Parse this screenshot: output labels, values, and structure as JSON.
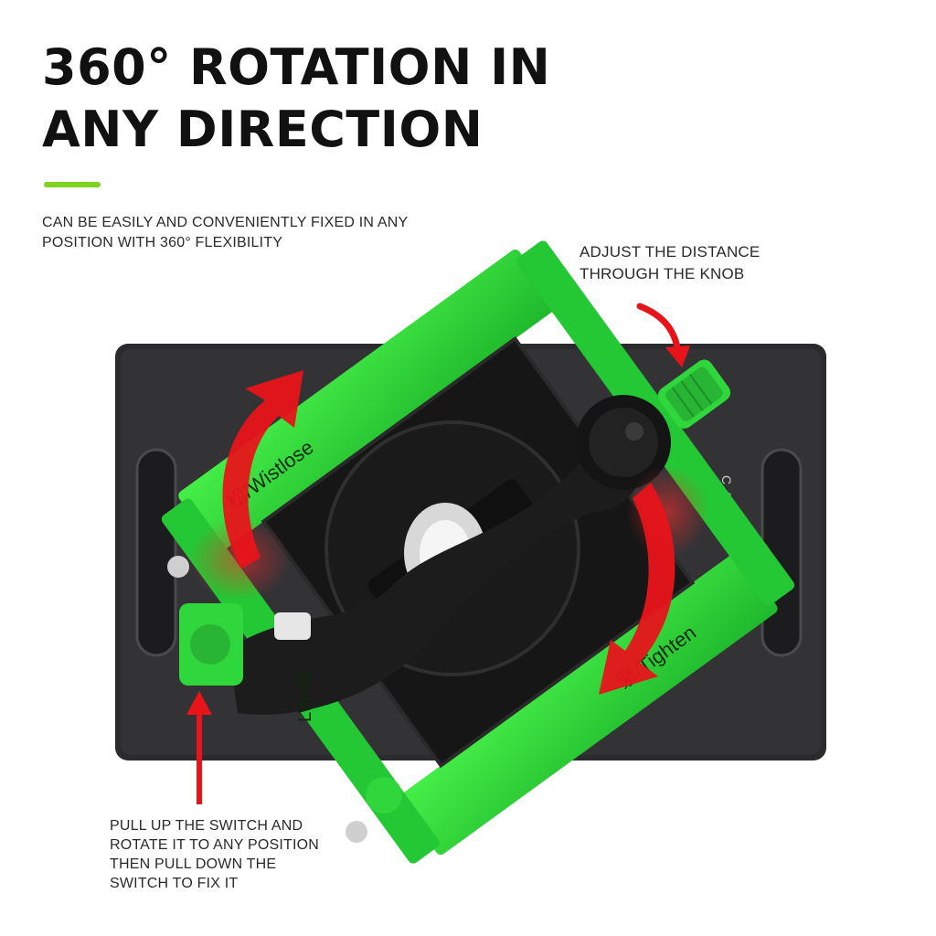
{
  "headline": {
    "line1": "360° ROTATION IN",
    "line2": "ANY DIRECTION"
  },
  "intro": {
    "line1": "CAN BE EASILY AND CONVENIENTLY FIXED IN ANY",
    "line2": "POSITION WITH 360° FLEXIBILITY"
  },
  "knob_caption": {
    "line1": "ADJUST THE DISTANCE",
    "line2": "THROUGH THE KNOB"
  },
  "switch_caption": {
    "line1": "PULL UP THE SWITCH AND",
    "line2": "ROTATE IT TO ANY POSITION",
    "line3": "THEN PULL DOWN THE",
    "line4": "SWITCH TO FIX IT"
  },
  "product": {
    "clamp_label_left": "LW-02",
    "clamp_label_top": "松/Wistlose",
    "clamp_label_bottom": "緊/Tighten",
    "plate_mark": "CA"
  },
  "colors": {
    "accent": "#7ed321",
    "clamp_green": "#2fd63c",
    "arrow_red": "#e8141a",
    "plate_dark": "#2b2b2d"
  }
}
